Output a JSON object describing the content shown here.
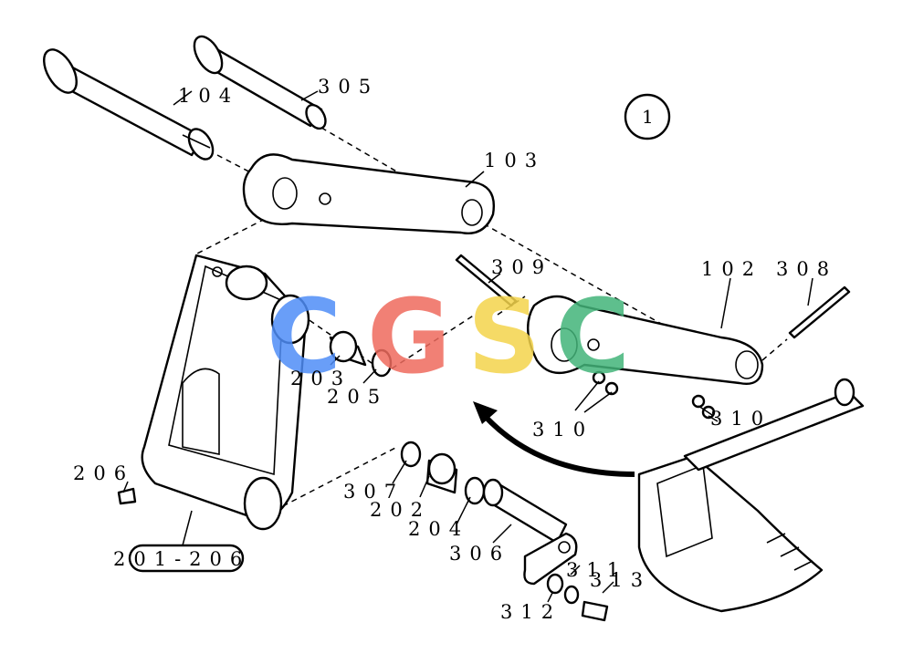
{
  "callout": "1",
  "labels": {
    "p104": "104",
    "p305": "305",
    "p103": "103",
    "p309": "309",
    "p102": "102",
    "p308": "308",
    "p203": "203",
    "p205": "205",
    "p310a": "310",
    "p310b": "310",
    "p206": "206",
    "p307": "307",
    "p202": "202",
    "p204": "204",
    "p306": "306",
    "p311": "311",
    "p313": "313",
    "p312": "312",
    "range": "201-206"
  },
  "watermark": {
    "letters": [
      "C",
      "G",
      "S",
      "C"
    ],
    "colors": [
      "#4f8ef7",
      "#ef6b5e",
      "#f4d44c",
      "#43b47a"
    ]
  }
}
